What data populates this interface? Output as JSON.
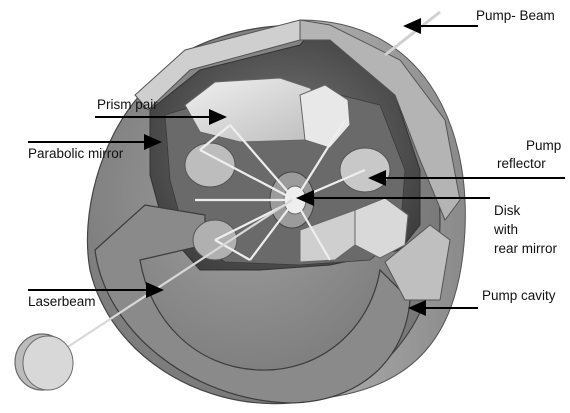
{
  "labels": {
    "pump_beam": "Pump- Beam",
    "prism_pair": "Prism pair",
    "parabolic_mirror": "Parabolic mirror",
    "pump_reflector_line1": "Pump",
    "pump_reflector_line2": "reflector",
    "disk_line1": "Disk",
    "disk_line2": "with",
    "disk_line3": "rear mirror",
    "laserbeam": "Laserbeam",
    "pump_cavity": "Pump cavity"
  },
  "colors": {
    "housing_face": "#8c8c8c",
    "housing_rim": "#a8a8a8",
    "housing_dark": "#5e5e5e",
    "inner_light": "#d9d9d9",
    "beam": "#eeeeee",
    "arrow": "#000000"
  }
}
